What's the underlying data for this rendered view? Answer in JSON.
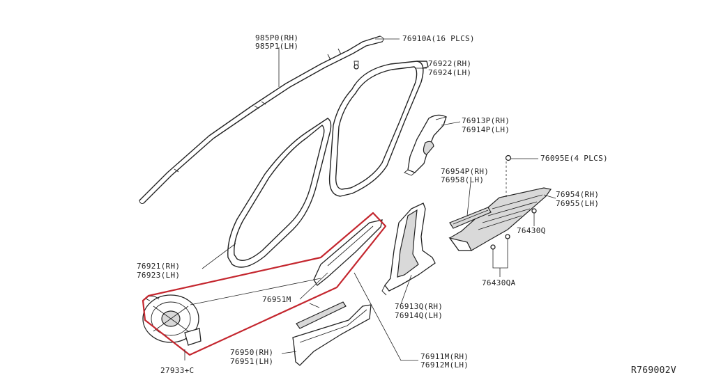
{
  "labels": {
    "p985P0": "985P0(RH)",
    "p985P1": "985P1(LH)",
    "p76910A": "76910A(16 PLCS)",
    "p76922": "76922(RH)",
    "p76924": "76924(LH)",
    "p76913P": "76913P(RH)",
    "p76914P": "76914P(LH)",
    "p76095E": "76095E(4 PLCS)",
    "p76954P": "76954P(RH)",
    "p76958": "76958(LH)",
    "p76954": "76954(RH)",
    "p76955": "76955(LH)",
    "p76430Q": "76430Q",
    "p76430QA": "76430QA",
    "p76921": "76921(RH)",
    "p76923": "76923(LH)",
    "p76951M": "76951M",
    "p76913Q": "76913Q(RH)",
    "p76914Q": "76914Q(LH)",
    "p76950": "76950(RH)",
    "p76951": "76951(LH)",
    "p76911M": "76911M(RH)",
    "p76912M": "76912M(LH)",
    "p27933C": "27933+C",
    "ref": "R769002V"
  },
  "colors": {
    "highlight": "#c4262e",
    "line": "#222222"
  }
}
